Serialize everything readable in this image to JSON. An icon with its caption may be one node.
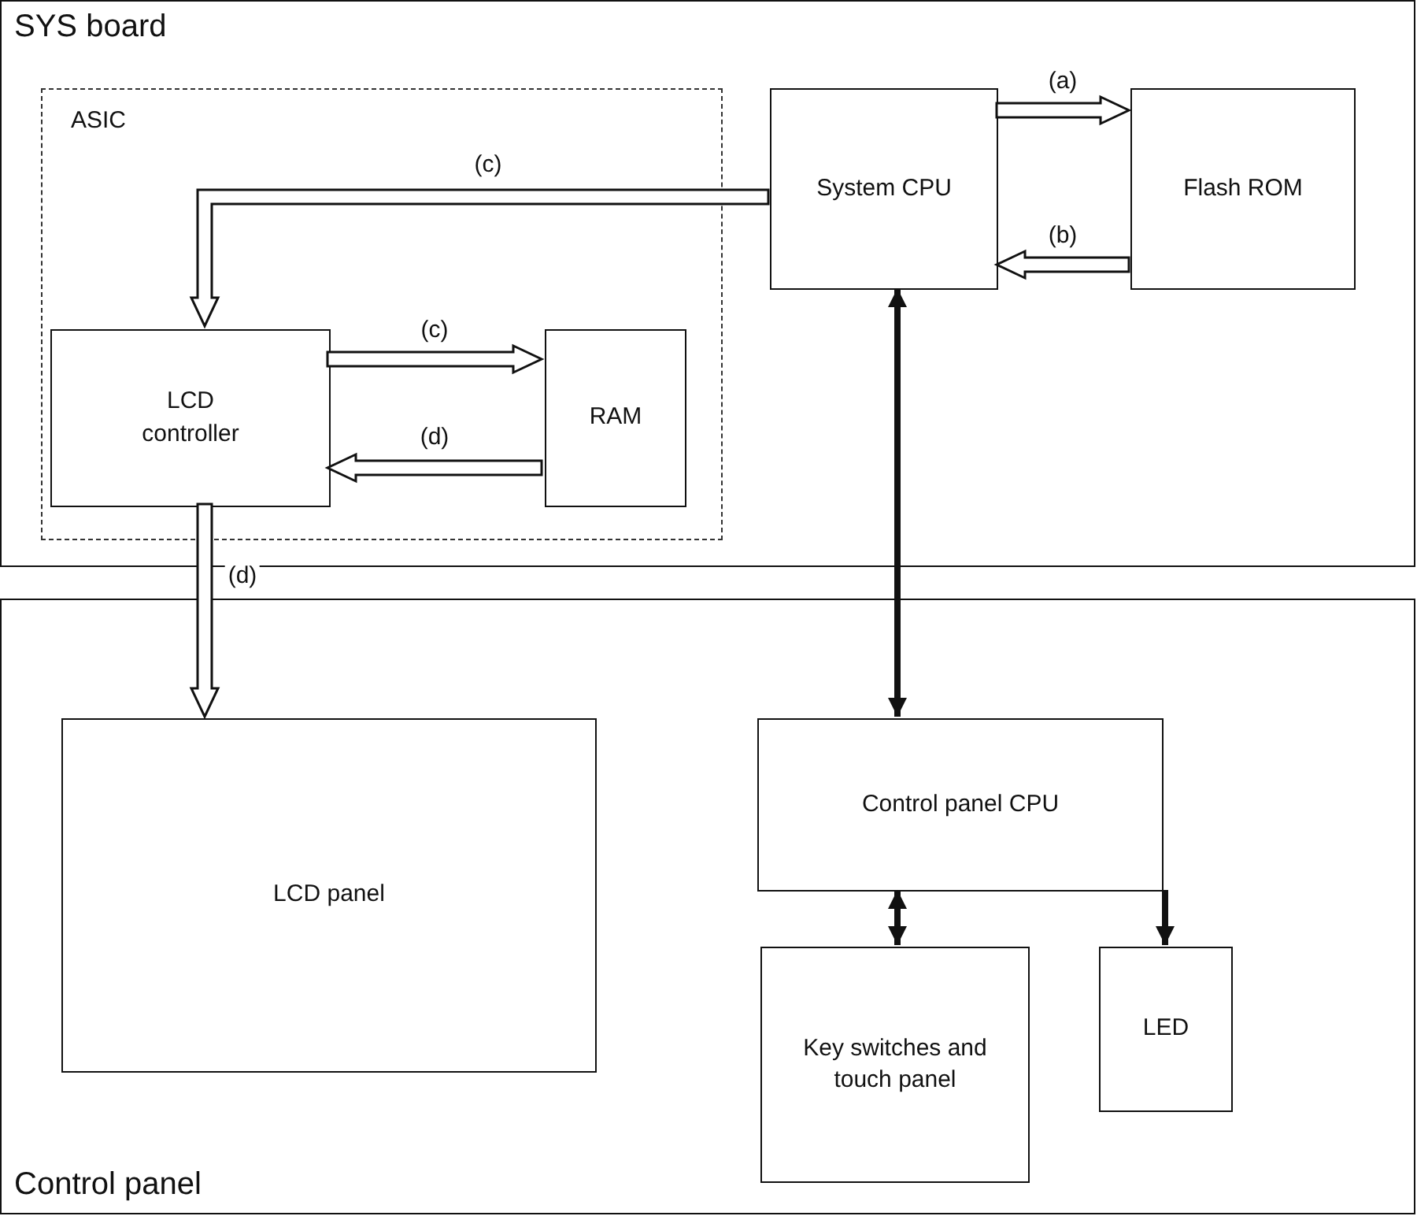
{
  "diagram": {
    "nodes": [
      {
        "text": [
          "SYS board"
        ]
      },
      {
        "text": [
          "ASIC"
        ],
        "in": 0
      },
      {
        "text": [
          "System CPU"
        ],
        "in": 0
      },
      {
        "text": [
          "Flash ROM"
        ],
        "in": 0
      },
      {
        "text": [
          "LCD controller"
        ],
        "in": 1
      },
      {
        "text": [
          "RAM"
        ],
        "in": 1
      },
      {
        "text": [
          "Control panel"
        ]
      },
      {
        "text": [
          "LCD panel"
        ],
        "in": 6
      },
      {
        "text": [
          "Control panel CPU"
        ],
        "in": 6
      },
      {
        "text": [
          "Key switches and touch panel"
        ],
        "in": 6
      },
      {
        "text": [
          "LED"
        ],
        "in": 6
      }
    ],
    "edges": [
      {
        "from": 2,
        "to": 3,
        "arrow": "to",
        "label": "(a)",
        "style": "thick"
      },
      {
        "from": 3,
        "to": 2,
        "arrow": "to",
        "label": "(b)",
        "style": "thick"
      },
      {
        "from": 2,
        "to": 4,
        "arrow": "to",
        "label": "(c)",
        "style": "thick"
      },
      {
        "from": 4,
        "to": 5,
        "arrow": "to",
        "label": "(c)",
        "style": "thick"
      },
      {
        "from": 5,
        "to": 4,
        "arrow": "to",
        "label": "(d)",
        "style": "thick"
      },
      {
        "from": 4,
        "to": 7,
        "arrow": "to",
        "label": "(d)",
        "style": "thick"
      },
      {
        "from": 2,
        "to": 8,
        "arrow": "both"
      },
      {
        "from": 8,
        "to": 9,
        "arrow": "both"
      },
      {
        "from": 8,
        "to": 10,
        "arrow": "to"
      }
    ]
  }
}
